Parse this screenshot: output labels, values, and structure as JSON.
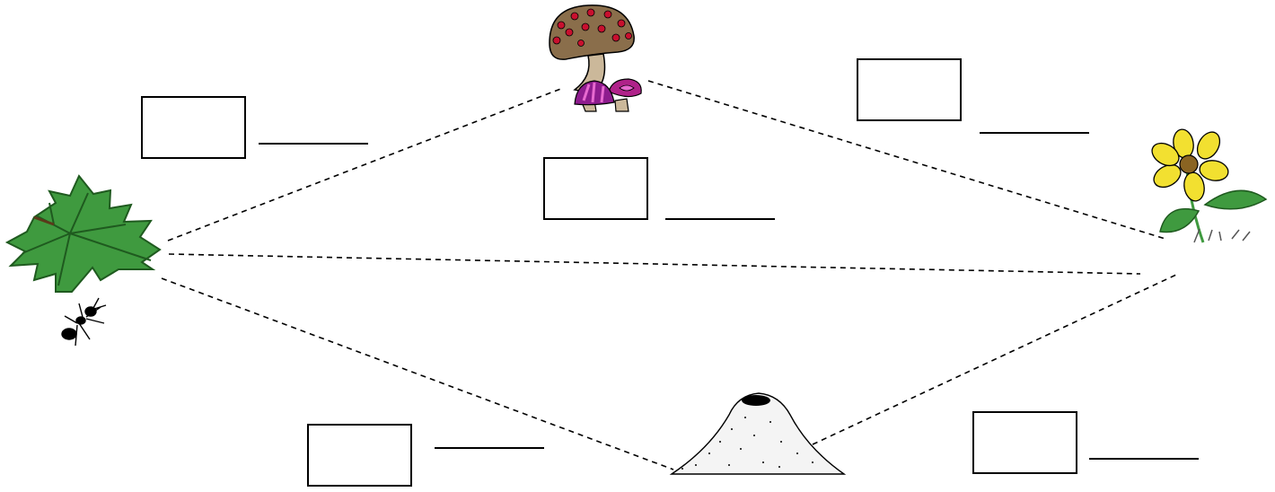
{
  "colors": {
    "leaf_fill": "#3f9a3f",
    "leaf_dark": "#1f5a1f",
    "mushroom_cap": "#8a6e4b",
    "mushroom_dots": "#c8102e",
    "mushroom_stem": "#cbb89a",
    "small_mushroom": "#b0228a",
    "flower_petals": "#f2e030",
    "flower_center": "#8a6422",
    "flower_leaves": "#3f9a3f",
    "anthill_fill": "#f4f4f4",
    "outline": "#000000"
  },
  "organisms": [
    {
      "id": "leaf",
      "icon": "leaf-icon"
    },
    {
      "id": "ant",
      "icon": "ant-icon"
    },
    {
      "id": "mushroom",
      "icon": "mushroom-icon"
    },
    {
      "id": "flower",
      "icon": "flower-icon"
    },
    {
      "id": "anthill",
      "icon": "anthill-icon"
    }
  ],
  "connections": [
    {
      "from": "leaf",
      "to": "mushroom",
      "style": "dashed"
    },
    {
      "from": "mushroom",
      "to": "flower",
      "style": "dashed"
    },
    {
      "from": "leaf",
      "to": "flower",
      "style": "dashed"
    },
    {
      "from": "leaf",
      "to": "anthill",
      "style": "dashed"
    },
    {
      "from": "anthill",
      "to": "flower",
      "style": "dashed"
    }
  ],
  "answer_slots": [
    {
      "id": "leaf-mushroom",
      "box_value": "",
      "line_value": ""
    },
    {
      "id": "center",
      "box_value": "",
      "line_value": ""
    },
    {
      "id": "mushroom-flower",
      "box_value": "",
      "line_value": ""
    },
    {
      "id": "leaf-anthill",
      "box_value": "",
      "line_value": ""
    },
    {
      "id": "anthill-flower",
      "box_value": "",
      "line_value": ""
    }
  ]
}
